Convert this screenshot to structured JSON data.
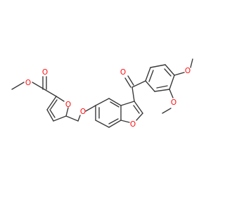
{
  "molecule": {
    "atoms": {
      "o_ester_carbonyl": "O",
      "o_ester_methoxy": "O",
      "o_furan": "O",
      "o_ether": "O",
      "o_ketone": "O",
      "o_methoxy_4": "O",
      "o_methoxy_3": "O",
      "o_benzofuran": "O"
    },
    "colors": {
      "bond": "#3a3a3a",
      "heteroatom_oxygen": "#ff0d0d",
      "background": "#ffffff"
    }
  }
}
